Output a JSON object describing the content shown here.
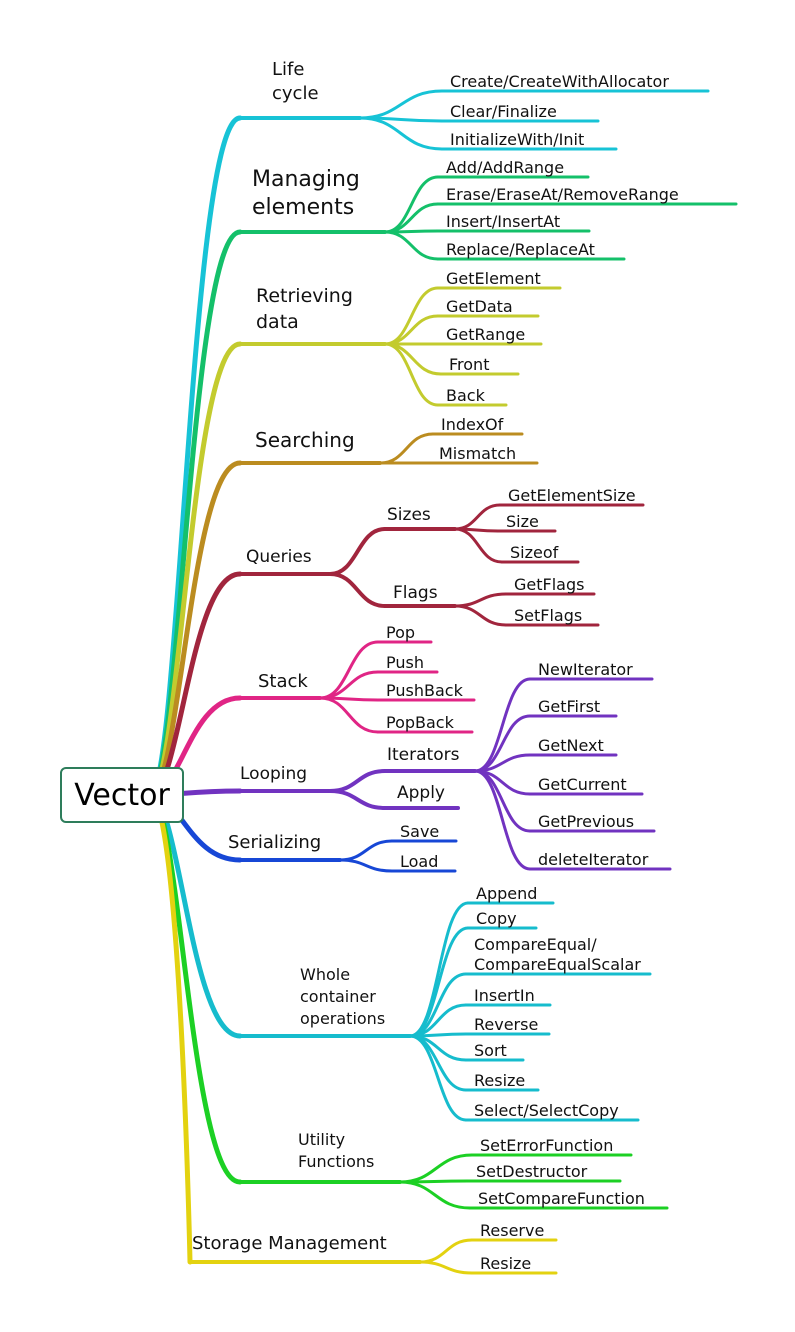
{
  "root": {
    "label": "Vector"
  },
  "branches": [
    {
      "id": "lifecycle",
      "color": "#17c3d6",
      "label": [
        "Life",
        "cycle"
      ],
      "children": [
        "Create/CreateWithAllocator",
        "Clear/Finalize",
        "InitializeWith/Init"
      ]
    },
    {
      "id": "managing",
      "color": "#14c06a",
      "label": [
        "Managing",
        "elements"
      ],
      "children": [
        "Add/AddRange",
        "Erase/EraseAt/RemoveRange",
        "Insert/InsertAt",
        "Replace/ReplaceAt"
      ]
    },
    {
      "id": "retrieving",
      "color": "#c3cb2e",
      "label": [
        "Retrieving",
        "data"
      ],
      "children": [
        "GetElement",
        "GetData",
        "GetRange",
        "Front",
        "Back"
      ]
    },
    {
      "id": "searching",
      "color": "#bb8c20",
      "label": [
        "Searching"
      ],
      "children": [
        "IndexOf",
        "Mismatch"
      ]
    },
    {
      "id": "queries",
      "color": "#a1253d",
      "label": [
        "Queries"
      ],
      "groups": [
        {
          "id": "sizes",
          "label": "Sizes",
          "children": [
            "GetElementSize",
            "Size",
            "Sizeof"
          ]
        },
        {
          "id": "flags",
          "label": "Flags",
          "children": [
            "GetFlags",
            "SetFlags"
          ]
        }
      ]
    },
    {
      "id": "stack",
      "color": "#e02585",
      "label": [
        "Stack"
      ],
      "children": [
        "Pop",
        "Push",
        "PushBack",
        "PopBack"
      ]
    },
    {
      "id": "looping",
      "color": "#7133c0",
      "label": [
        "Looping"
      ],
      "groups": [
        {
          "id": "iterators",
          "label": "Iterators",
          "children": [
            "NewIterator",
            "GetFirst",
            "GetNext",
            "GetCurrent",
            "GetPrevious",
            "deleteIterator"
          ]
        },
        {
          "id": "apply",
          "label": "Apply",
          "children": []
        }
      ]
    },
    {
      "id": "serializing",
      "color": "#1747d6",
      "label": [
        "Serializing"
      ],
      "children": [
        "Save",
        "Load"
      ]
    },
    {
      "id": "whole",
      "color": "#16bccd",
      "label": [
        "Whole",
        "container",
        "operations"
      ],
      "children": [
        "Append",
        "Copy",
        "CompareEqual/\nCompareEqualScalar",
        "InsertIn",
        "Reverse",
        "Sort",
        "Resize",
        "Select/SelectCopy"
      ]
    },
    {
      "id": "utility",
      "color": "#1cd024",
      "label": [
        "Utility",
        "Functions"
      ],
      "children": [
        "SetErrorFunction",
        "SetDestructor",
        "SetCompareFunction"
      ]
    },
    {
      "id": "storage",
      "color": "#e3d210",
      "label": [
        "Storage Management"
      ],
      "children": [
        "Reserve",
        "Resize"
      ]
    }
  ]
}
